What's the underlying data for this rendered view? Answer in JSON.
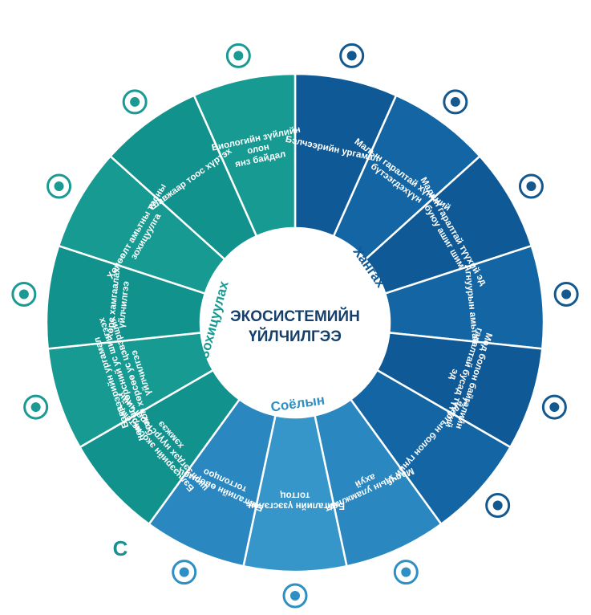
{
  "center": {
    "line1": "ЭКОСИСТЕМИЙН",
    "line2": "ҮЙЛЧИЛГЭЭ"
  },
  "categories": [
    {
      "id": "provisioning",
      "label": "Хангах",
      "color": "#0f5f9e"
    },
    {
      "id": "cultural",
      "label": "Соёлын",
      "color": "#2d8fc4"
    },
    {
      "id": "regulating",
      "label": "Зохицуулах",
      "color": "#169a92"
    }
  ],
  "corner_letter": "C",
  "segments": [
    {
      "name": "segment-medicinal-plants",
      "category": "provisioning",
      "color": "#0f5a96",
      "lines": [
        "Бэлчээрийн ургамал"
      ],
      "icon": "plant-icon"
    },
    {
      "name": "segment-animal-food",
      "category": "provisioning",
      "color": "#1365a3",
      "lines": [
        "Малын гаралтай хүнсний",
        "бүтээгдэхүүн"
      ],
      "icon": "meat-icon"
    },
    {
      "name": "segment-animal-raw-material",
      "category": "provisioning",
      "color": "#0f5a96",
      "lines": [
        "Малын гаралтай түүхий эд",
        "буюу ашиг шим"
      ],
      "icon": "hide-icon"
    },
    {
      "name": "segment-wild-animals",
      "category": "provisioning",
      "color": "#1365a3",
      "lines": [
        "Агнуурын амьтан"
      ],
      "icon": "ibex-icon"
    },
    {
      "name": "segment-timber",
      "category": "provisioning",
      "color": "#0f5a96",
      "lines": [
        "Мод болон байгалийн",
        "гаралтай бусад түүхий",
        "эд"
      ],
      "icon": "logs-icon"
    },
    {
      "name": "segment-water",
      "category": "provisioning",
      "color": "#1365a3",
      "lines": [
        "Гадаргын болон гүний ус"
      ],
      "icon": "water-hand-icon"
    },
    {
      "name": "segment-herder-heritage",
      "category": "cultural",
      "color": "#2a87bf",
      "lines": [
        "Малчдын уламжлалт",
        "ахуй"
      ],
      "icon": "ger-icon"
    },
    {
      "name": "segment-landscape",
      "category": "cultural",
      "color": "#3796c9",
      "lines": [
        "Байгалийн үзэсгэлэн,",
        "тогтоц"
      ],
      "icon": "trees-icon"
    },
    {
      "name": "segment-natural-features",
      "category": "cultural",
      "color": "#2a87bf",
      "lines": [
        "Байгалийн өвөрмөц",
        "тогтолцоо"
      ],
      "icon": "sunrise-icon"
    },
    {
      "name": "segment-coastal-nursery",
      "category": "regulating",
      "color": "#12928d",
      "lines": [
        "Бэлчээрийн экосистемд",
        "шингээгдэх нүүрстөрөгчийн",
        "хэмжээ"
      ],
      "icon": "c-letter"
    },
    {
      "name": "segment-erosion-control",
      "category": "regulating",
      "color": "#169a92",
      "lines": [
        "Бэлчээрийн ургамал",
        "нөмрөг, хөрсний ус шингээх",
        "болон хөрсөө ус цэвэрших",
        "үйлчилгээ"
      ],
      "icon": "wave-icon"
    },
    {
      "name": "segment-soil-protection",
      "category": "regulating",
      "color": "#12928d",
      "lines": [
        "Хөрс хамгаалах",
        "үйлчилгээ"
      ],
      "icon": "soil-layers-icon"
    },
    {
      "name": "segment-pest-control",
      "category": "regulating",
      "color": "#169a92",
      "lines": [
        "Хөнөөлт амьтны тооны",
        "зохицуулга"
      ],
      "icon": "recycle-wheat-icon"
    },
    {
      "name": "segment-pollination",
      "category": "regulating",
      "color": "#12928d",
      "lines": [
        "Шавжаар тоос хүртэх"
      ],
      "icon": "bee-icon"
    },
    {
      "name": "segment-biodiversity",
      "category": "regulating",
      "color": "#169a92",
      "lines": [
        "Биологийн зүйлийн",
        "олон",
        "янз байдал"
      ],
      "icon": "deer-icon"
    }
  ]
}
